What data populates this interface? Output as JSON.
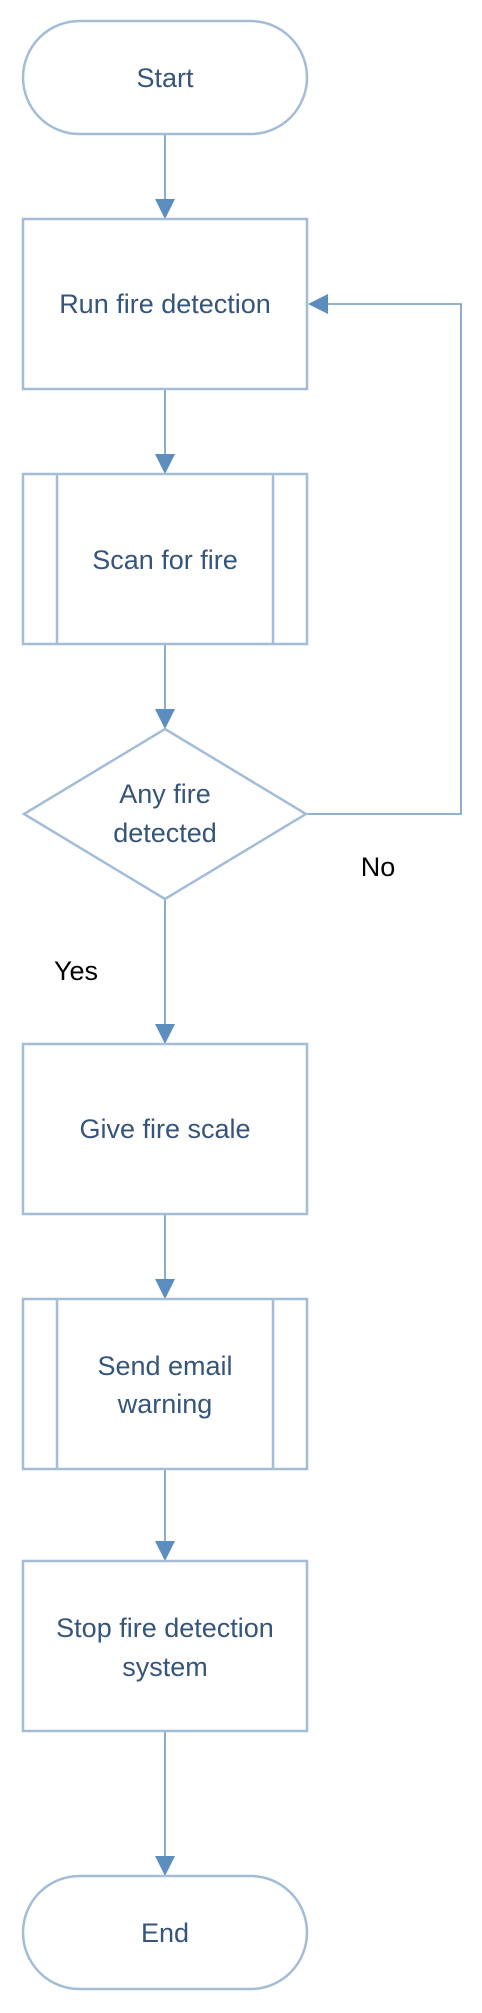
{
  "diagram": {
    "type": "flowchart",
    "nodes": {
      "start": {
        "label": "Start",
        "shape": "terminator"
      },
      "run_detection": {
        "label": "Run fire detection",
        "shape": "process"
      },
      "scan": {
        "label": "Scan for fire",
        "shape": "predefined-process"
      },
      "decision": {
        "line1": "Any fire",
        "line2": "detected",
        "shape": "decision"
      },
      "fire_scale": {
        "label": "Give fire scale",
        "shape": "process"
      },
      "email": {
        "line1": "Send email",
        "line2": "warning",
        "shape": "predefined-process"
      },
      "stop": {
        "line1": "Stop fire detection",
        "line2": "system",
        "shape": "process"
      },
      "end": {
        "label": "End",
        "shape": "terminator"
      }
    },
    "edges": {
      "no_label": "No",
      "yes_label": "Yes"
    },
    "colors": {
      "shape_border": "#a3bdd6",
      "connector": "#6d9ac4",
      "arrowhead": "#5b8dbe",
      "node_text": "#35557a",
      "edge_text": "#000000",
      "background": "#ffffff"
    }
  }
}
